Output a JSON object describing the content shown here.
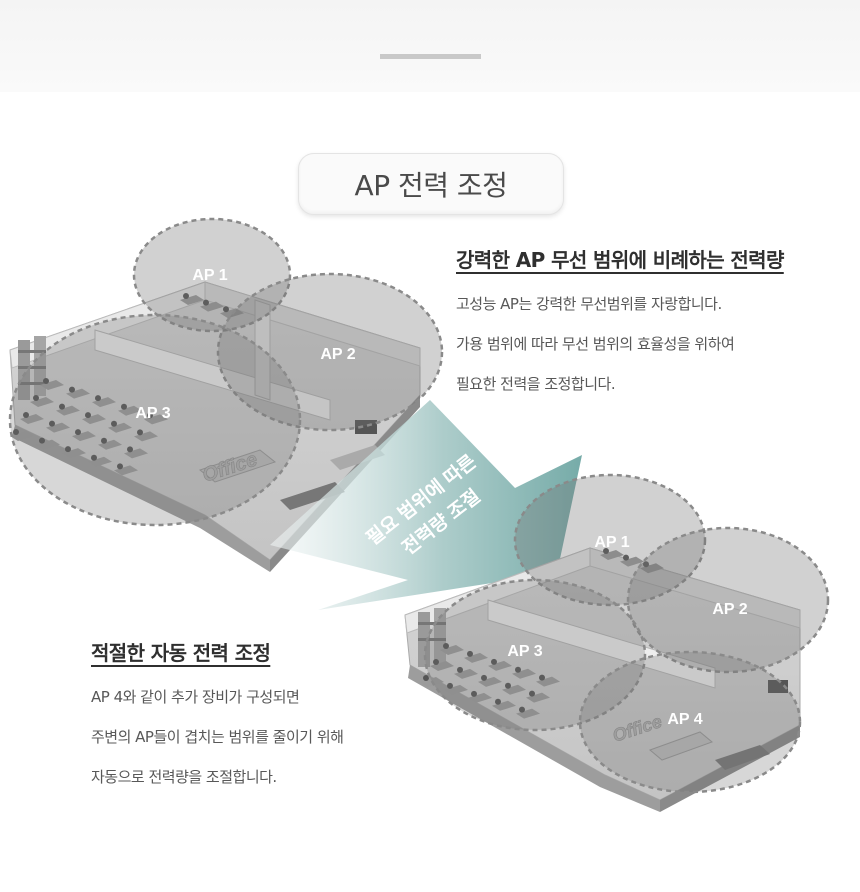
{
  "title": "AP 전력 조정",
  "top_block": {
    "heading": "강력한 AP 무선 범위에 비례하는 전력량",
    "lines": [
      "고성능 AP는 강력한 무선범위를 자랑합니다.",
      "가용 범위에 따라 무선 범위의 효율성을 위하여",
      "필요한 전력을 조정합니다."
    ]
  },
  "bottom_block": {
    "heading": "적절한 자동 전력 조정",
    "lines": [
      "AP 4와 같이 추가 장비가 구성되면",
      "주변의 AP들이 겹치는 범위를 줄이기 위해",
      "자동으로 전력량을 조절합니다."
    ]
  },
  "arrow_text": [
    "필요 범위에 따른",
    "전력량 조절"
  ],
  "office_sign": "Office",
  "top_scene_labels": [
    "AP 1",
    "AP 2",
    "AP 3"
  ],
  "bottom_scene_labels": [
    "AP 1",
    "AP 2",
    "AP 3",
    "AP 4"
  ],
  "colors": {
    "arrow_dark": "#7fb0ad",
    "arrow_light": "#eef4f4",
    "coverage": "#7a7a7a",
    "text": "#555555",
    "heading": "#2f2f2f"
  }
}
